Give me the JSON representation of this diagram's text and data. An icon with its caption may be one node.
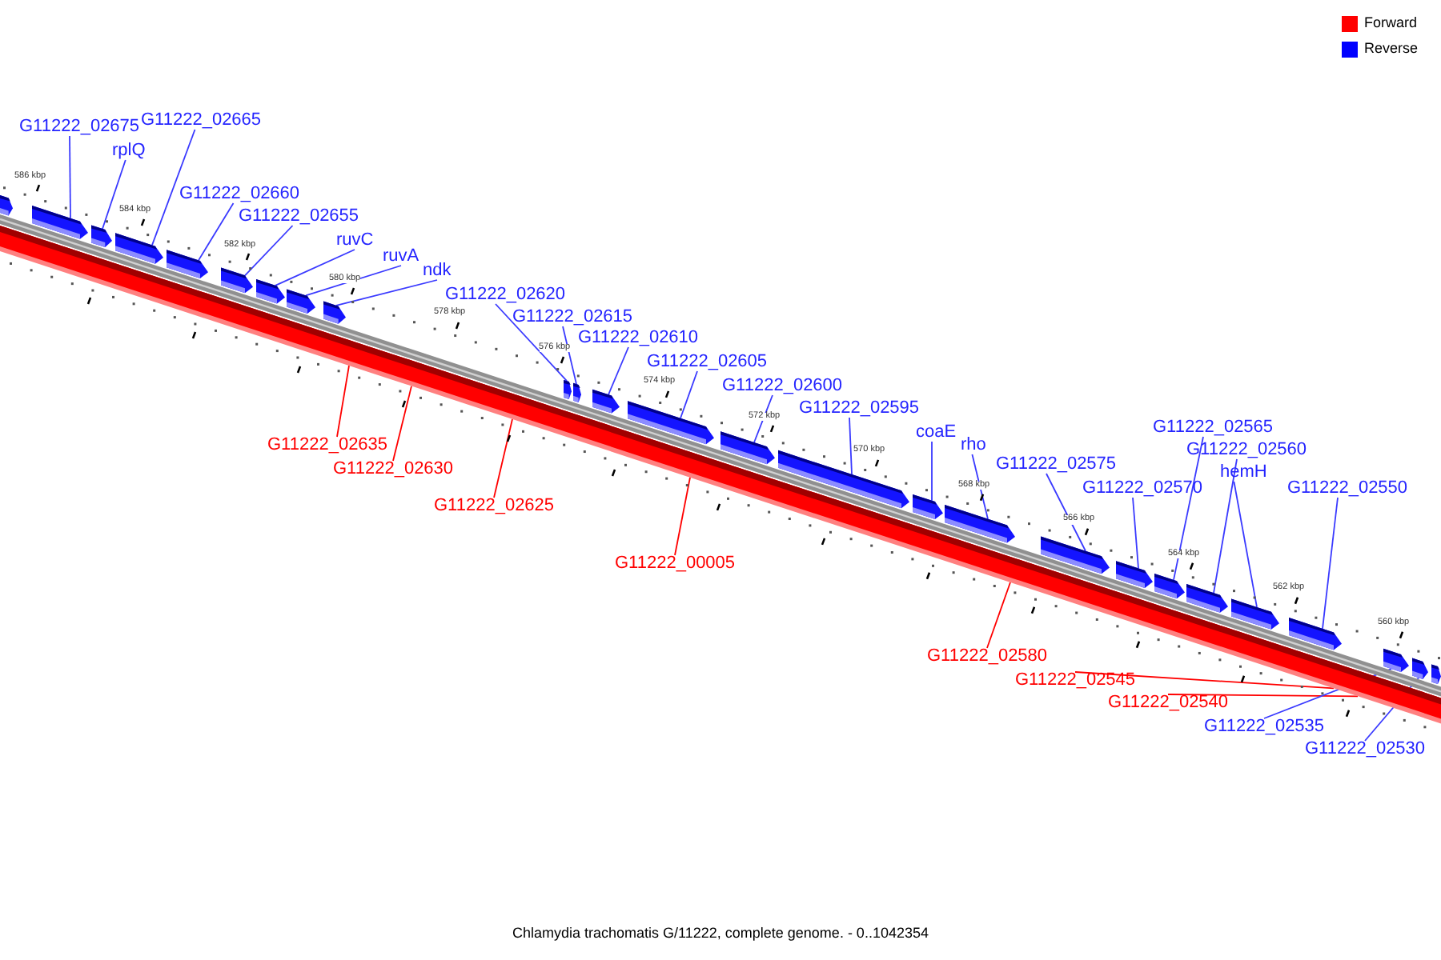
{
  "diagram": {
    "caption": "Chlamydia trachomatis G/11222, complete genome. - 0..1042354",
    "nodes": [
      {
        "text": [
          "G11222_02675"
        ]
      },
      {
        "text": [
          "rplQ"
        ]
      },
      {
        "text": [
          "G11222_02665"
        ]
      },
      {
        "text": [
          "G11222_02660"
        ]
      },
      {
        "text": [
          "G11222_02655"
        ]
      },
      {
        "text": [
          "ruvC"
        ]
      },
      {
        "text": [
          "ruvA"
        ]
      },
      {
        "text": [
          "ndk"
        ]
      },
      {
        "text": [
          "G11222_02620"
        ]
      },
      {
        "text": [
          "G11222_02615"
        ]
      },
      {
        "text": [
          "G11222_02610"
        ]
      },
      {
        "text": [
          "G11222_02605"
        ]
      },
      {
        "text": [
          "G11222_02600"
        ]
      },
      {
        "text": [
          "G11222_02595"
        ]
      },
      {
        "text": [
          "coaE"
        ]
      },
      {
        "text": [
          "rho"
        ]
      },
      {
        "text": [
          "G11222_02575"
        ]
      },
      {
        "text": [
          "G11222_02570"
        ]
      },
      {
        "text": [
          "G11222_02565"
        ]
      },
      {
        "text": [
          "G11222_02560"
        ]
      },
      {
        "text": [
          "hemH"
        ]
      },
      {
        "text": [
          "G11222_02550"
        ]
      },
      {
        "text": [
          "G11222_02635"
        ]
      },
      {
        "text": [
          "G11222_02630"
        ]
      },
      {
        "text": [
          "G11222_02625"
        ]
      },
      {
        "text": [
          "G11222_00005"
        ]
      },
      {
        "text": [
          "G11222_02580"
        ]
      },
      {
        "text": [
          "G11222_02545"
        ]
      },
      {
        "text": [
          "G11222_02540"
        ]
      },
      {
        "text": [
          "G11222_02535"
        ]
      },
      {
        "text": [
          "G11222_02530"
        ]
      },
      {
        "text": [],
        "shape": "bar"
      },
      {
        "text": [],
        "shape": "bar"
      },
      {
        "text": [],
        "shape": "bar"
      },
      {
        "text": [],
        "shape": "bar"
      },
      {
        "text": [],
        "shape": "bar"
      },
      {
        "text": [],
        "shape": "bar"
      },
      {
        "text": [],
        "shape": "bar"
      },
      {
        "text": [],
        "shape": "bar"
      },
      {
        "text": [],
        "shape": "bar"
      },
      {
        "text": [],
        "shape": "bar"
      },
      {
        "text": [],
        "shape": "bar"
      },
      {
        "text": [],
        "shape": "bar"
      },
      {
        "text": [],
        "shape": "bar"
      },
      {
        "text": [],
        "shape": "bar"
      },
      {
        "text": [],
        "shape": "bar"
      },
      {
        "text": [],
        "shape": "bar"
      },
      {
        "text": [],
        "shape": "bar"
      },
      {
        "text": [],
        "shape": "bar"
      },
      {
        "text": [],
        "shape": "bar"
      },
      {
        "text": [],
        "shape": "bar"
      },
      {
        "text": [],
        "shape": "bar"
      },
      {
        "text": [],
        "shape": "bar"
      },
      {
        "text": [],
        "shape": "bar"
      },
      {
        "text": [],
        "shape": "bar"
      },
      {
        "text": [],
        "shape": "bar"
      },
      {
        "text": [],
        "shape": "bar"
      },
      {
        "text": [],
        "shape": "bar"
      },
      {
        "text": [],
        "shape": "bar"
      },
      {
        "text": [],
        "shape": "bar"
      },
      {
        "text": [],
        "shape": "bar"
      },
      {
        "text": [],
        "shape": "bar"
      },
      {
        "text": [],
        "shape": "bar"
      },
      {
        "text": [],
        "shape": "bar"
      }
    ],
    "edges": [
      {
        "from": 0,
        "to": 31,
        "arrow": "none"
      },
      {
        "from": 1,
        "to": 32,
        "arrow": "none"
      },
      {
        "from": 2,
        "to": 33,
        "arrow": "none"
      },
      {
        "from": 3,
        "to": 34,
        "arrow": "none"
      },
      {
        "from": 4,
        "to": 35,
        "arrow": "none"
      },
      {
        "from": 5,
        "to": 36,
        "arrow": "none"
      },
      {
        "from": 6,
        "to": 37,
        "arrow": "none"
      },
      {
        "from": 7,
        "to": 38,
        "arrow": "none"
      },
      {
        "from": 8,
        "to": 42,
        "arrow": "none"
      },
      {
        "from": 9,
        "to": 43,
        "arrow": "none"
      },
      {
        "from": 10,
        "to": 44,
        "arrow": "none"
      },
      {
        "from": 11,
        "to": 45,
        "arrow": "none"
      },
      {
        "from": 12,
        "to": 47,
        "arrow": "none"
      },
      {
        "from": 13,
        "to": 48,
        "arrow": "none"
      },
      {
        "from": 14,
        "to": 49,
        "arrow": "none"
      },
      {
        "from": 15,
        "to": 50,
        "arrow": "none"
      },
      {
        "from": 16,
        "to": 52,
        "arrow": "none"
      },
      {
        "from": 17,
        "to": 53,
        "arrow": "none"
      },
      {
        "from": 18,
        "to": 54,
        "arrow": "none"
      },
      {
        "from": 19,
        "to": 55,
        "arrow": "none"
      },
      {
        "from": 20,
        "to": 56,
        "arrow": "none"
      },
      {
        "from": 21,
        "to": 57,
        "arrow": "none"
      },
      {
        "from": 22,
        "to": 39,
        "arrow": "none",
        "color": "#ff0000"
      },
      {
        "from": 23,
        "to": 40,
        "arrow": "none",
        "color": "#ff0000"
      },
      {
        "from": 24,
        "to": 41,
        "arrow": "none",
        "color": "#ff0000"
      },
      {
        "from": 25,
        "to": 46,
        "arrow": "none",
        "color": "#ff0000"
      },
      {
        "from": 26,
        "to": 51,
        "arrow": "none",
        "color": "#ff0000"
      },
      {
        "from": 27,
        "to": 58,
        "arrow": "none",
        "color": "#ff0000"
      },
      {
        "from": 28,
        "to": 59,
        "arrow": "none",
        "color": "#ff0000"
      },
      {
        "from": 29,
        "to": 60,
        "arrow": "none"
      },
      {
        "from": 30,
        "to": 61,
        "arrow": "none"
      }
    ],
    "labels": [
      "586 kbp",
      "584 kbp",
      "582 kbp",
      "580 kbp",
      "578 kbp",
      "576 kbp",
      "574 kbp",
      "572 kbp",
      "570 kbp",
      "568 kbp",
      "566 kbp",
      "564 kbp",
      "562 kbp",
      "560 kbp"
    ],
    "legend": [
      {
        "text": "Forward",
        "color": "#ff0000"
      },
      {
        "text": "Reverse",
        "color": "#0000ff"
      }
    ]
  }
}
